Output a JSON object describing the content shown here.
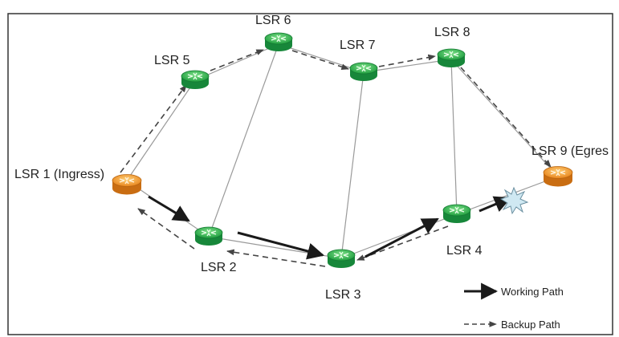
{
  "nodes": {
    "lsr1": "LSR 1 (Ingress)",
    "lsr2": "LSR 2",
    "lsr3": "LSR 3",
    "lsr4": "LSR 4",
    "lsr5": "LSR 5",
    "lsr6": "LSR 6",
    "lsr7": "LSR 7",
    "lsr8": "LSR 8",
    "lsr9": "LSR 9 (Egres"
  },
  "legend": {
    "working": "Working Path",
    "backup": "Backup Path"
  },
  "icons": {
    "router": "router-icon",
    "failure": "link-failure-icon"
  },
  "colors": {
    "router_standard": "#22b24c",
    "router_edge": "#f08a1e",
    "link": "#9a9a9a",
    "working_path": "#1a1a1a",
    "backup_path": "#555555"
  }
}
